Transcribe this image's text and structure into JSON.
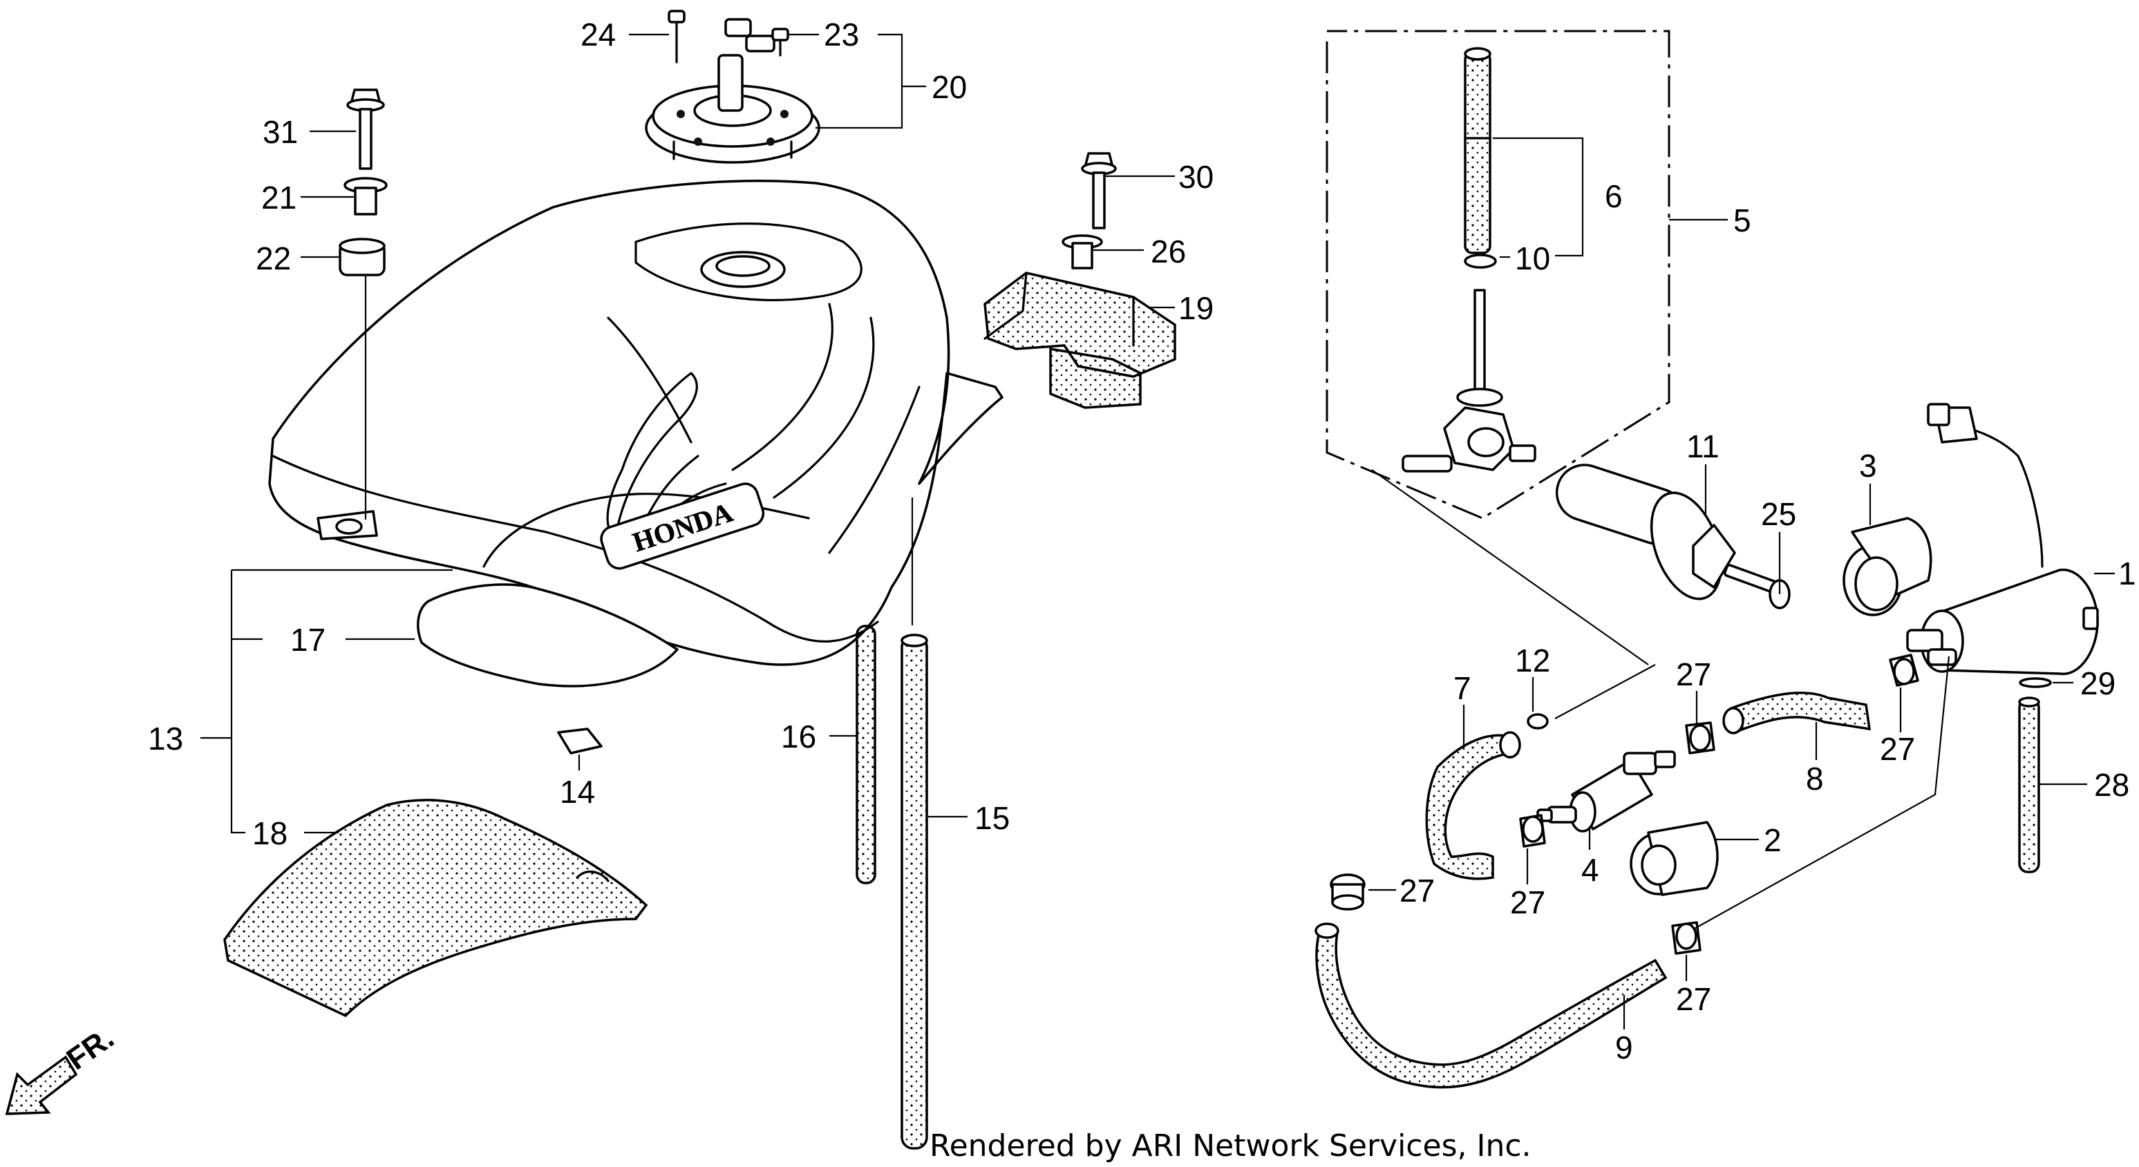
{
  "callouts": [
    {
      "id": "1",
      "label": "1"
    },
    {
      "id": "2",
      "label": "2"
    },
    {
      "id": "3",
      "label": "3"
    },
    {
      "id": "4",
      "label": "4"
    },
    {
      "id": "5",
      "label": "5"
    },
    {
      "id": "6",
      "label": "6"
    },
    {
      "id": "7",
      "label": "7"
    },
    {
      "id": "8",
      "label": "8"
    },
    {
      "id": "9",
      "label": "9"
    },
    {
      "id": "10",
      "label": "10"
    },
    {
      "id": "11",
      "label": "11"
    },
    {
      "id": "12",
      "label": "12"
    },
    {
      "id": "13",
      "label": "13"
    },
    {
      "id": "14",
      "label": "14"
    },
    {
      "id": "15",
      "label": "15"
    },
    {
      "id": "16",
      "label": "16"
    },
    {
      "id": "17",
      "label": "17"
    },
    {
      "id": "18",
      "label": "18"
    },
    {
      "id": "19",
      "label": "19"
    },
    {
      "id": "20",
      "label": "20"
    },
    {
      "id": "21",
      "label": "21"
    },
    {
      "id": "22",
      "label": "22"
    },
    {
      "id": "23",
      "label": "23"
    },
    {
      "id": "24",
      "label": "24"
    },
    {
      "id": "25",
      "label": "25"
    },
    {
      "id": "26",
      "label": "26"
    },
    {
      "id": "27a",
      "label": "27"
    },
    {
      "id": "27b",
      "label": "27"
    },
    {
      "id": "27c",
      "label": "27"
    },
    {
      "id": "27d",
      "label": "27"
    },
    {
      "id": "27e",
      "label": "27"
    },
    {
      "id": "28",
      "label": "28"
    },
    {
      "id": "29",
      "label": "29"
    },
    {
      "id": "30",
      "label": "30"
    },
    {
      "id": "31",
      "label": "31"
    }
  ],
  "tank_badge": "HONDA",
  "direction_arrow": "FR.",
  "credit": "Rendered by ARI Network Services, Inc."
}
